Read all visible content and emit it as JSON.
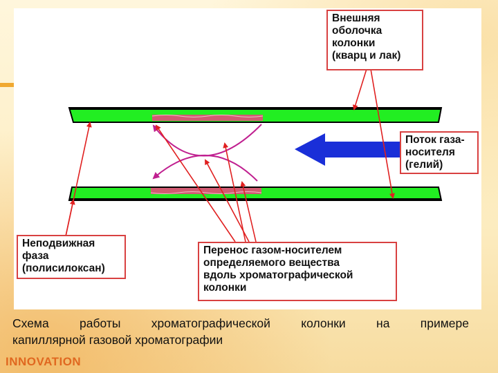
{
  "labels": {
    "outer_shell": "Внешняя\nоболочка\nколонки\n(кварц и лак)",
    "carrier_flow": "Поток газа-\nносителя\n(гелий)",
    "stationary_phase": "Неподвижная\nфаза\n(полисилоксан)",
    "transport": "Перенос газом-носителем\nопределяемого вещества\nвдоль хроматографической\nколонки"
  },
  "caption": {
    "words": [
      "Схема",
      "работы",
      "хроматографической",
      "колонки",
      "на",
      "примере"
    ],
    "line2": "капиллярной газовой хроматографии"
  },
  "brand": "INNOVATION",
  "colors": {
    "tube_fill": "#22ee22",
    "tube_edge": "#000000",
    "analyte": "#f04080",
    "path_curves": "#c02090",
    "flow_arrow": "#1a2fd8",
    "callout_border": "#d84040",
    "pointer_lines": "#e02020",
    "brand": "#e06820"
  }
}
